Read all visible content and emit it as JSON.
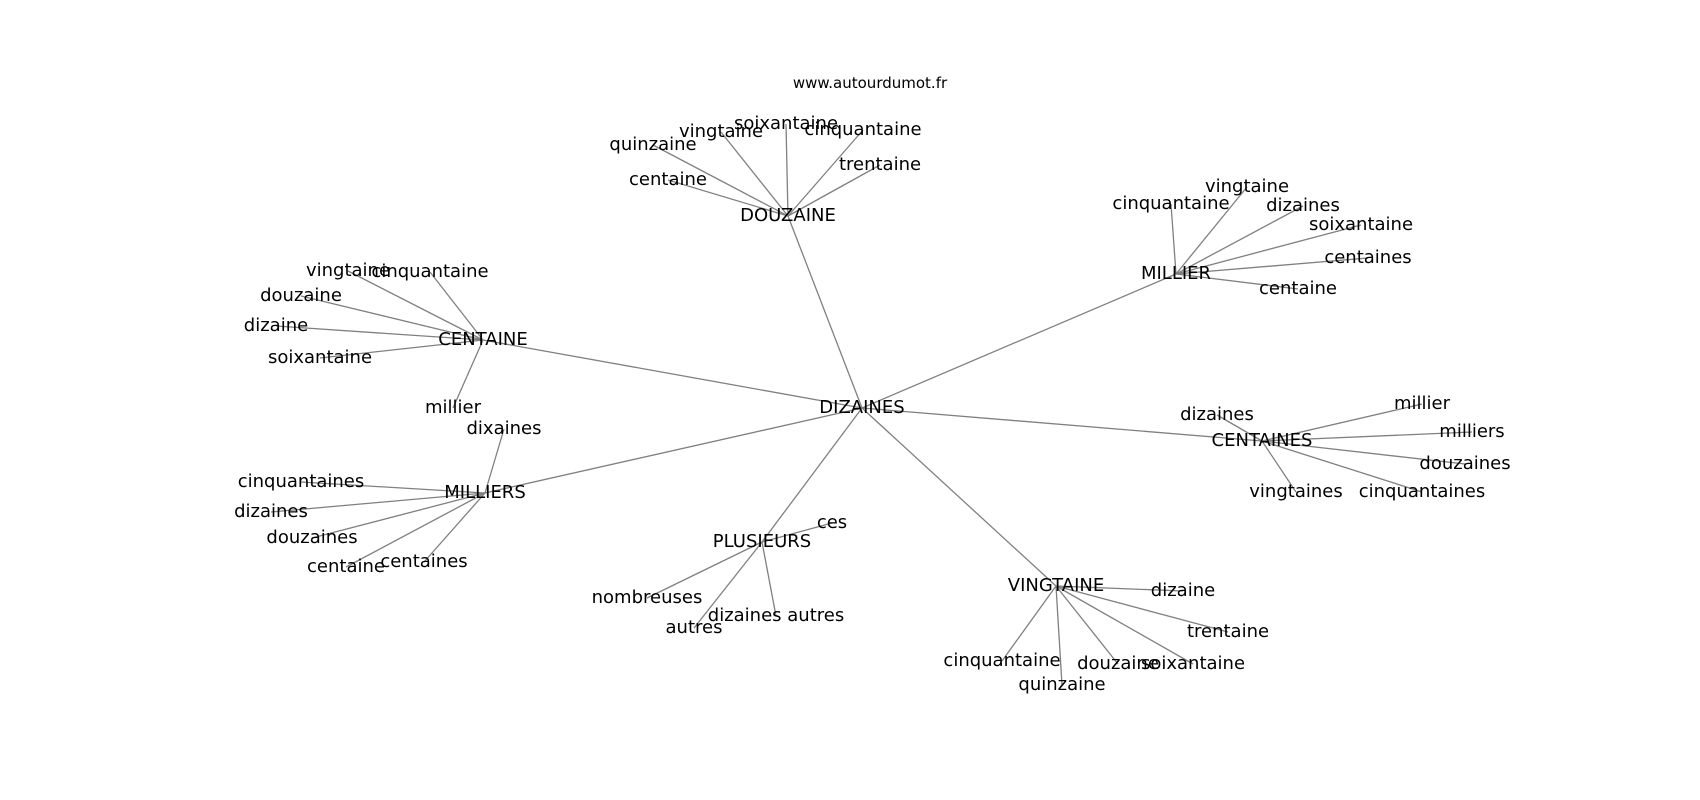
{
  "source": "www.autourdumot.fr",
  "center": "DIZAINES",
  "groups": [
    {
      "id": "douzaine",
      "label": "DOUZAINE",
      "children": [
        "centaine",
        "quinzaine",
        "vingtaine",
        "soixantaine",
        "cinquantaine",
        "trentaine"
      ]
    },
    {
      "id": "millier",
      "label": "MILLIER",
      "children": [
        "cinquantaine",
        "vingtaine",
        "dizaines",
        "soixantaine",
        "centaines",
        "centaine"
      ]
    },
    {
      "id": "centaine",
      "label": "CENTAINE",
      "children": [
        "vingtaine",
        "cinquantaine",
        "douzaine",
        "dizaine",
        "soixantaine",
        "millier"
      ]
    },
    {
      "id": "centaines",
      "label": "CENTAINES",
      "children": [
        "dizaines",
        "millier",
        "milliers",
        "douzaines",
        "vingtaines",
        "cinquantaines"
      ]
    },
    {
      "id": "milliers",
      "label": "MILLIERS",
      "children": [
        "dixaines",
        "cinquantaines",
        "dizaines",
        "douzaines",
        "centaine",
        "centaines"
      ]
    },
    {
      "id": "plusieurs",
      "label": "PLUSIEURS",
      "children": [
        "ces",
        "nombreuses",
        "autres",
        "dizaines autres"
      ]
    },
    {
      "id": "vingtaine",
      "label": "VINGTAINE",
      "children": [
        "dizaine",
        "trentaine",
        "cinquantaine",
        "quinzaine",
        "douzaine",
        "soixantaine"
      ]
    }
  ]
}
